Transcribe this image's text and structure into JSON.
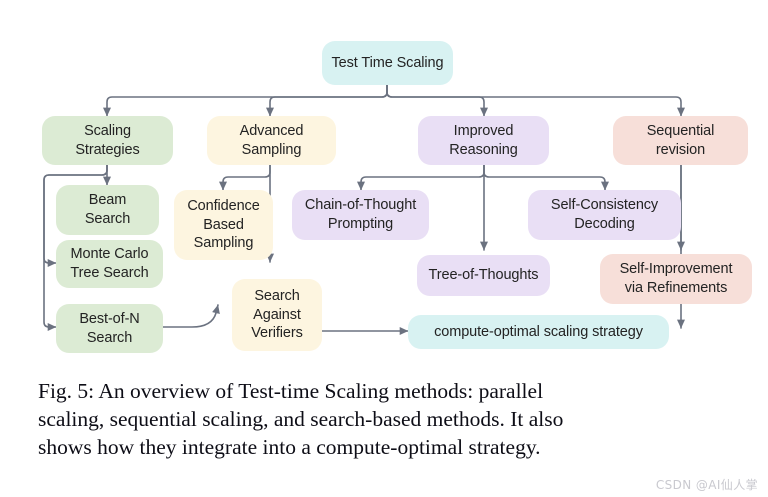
{
  "figure": {
    "caption_lines": [
      "Fig. 5: An overview of Test-time Scaling methods: parallel",
      "scaling, sequential scaling, and search-based methods. It also",
      "shows how they integrate into a compute-optimal strategy."
    ]
  },
  "watermark": {
    "text": "CSDN @AI仙人掌"
  },
  "palette": {
    "cyan": "#d8f2f2",
    "green": "#dcebd4",
    "cream": "#fdf5e0",
    "lavender": "#e9dff5",
    "pink": "#f7dfd9",
    "edge": "#6b7280",
    "text": "#232323"
  },
  "chart_data": {
    "type": "diagram",
    "title": "Test Time Scaling",
    "nodes": [
      {
        "id": "root",
        "label": "Test Time Scaling",
        "color": "cyan"
      },
      {
        "id": "scaling",
        "label": "Scaling Strategies",
        "color": "green"
      },
      {
        "id": "advanced",
        "label": "Advanced Sampling",
        "color": "cream"
      },
      {
        "id": "improved",
        "label": "Improved Reasoning",
        "color": "lavender"
      },
      {
        "id": "sequential",
        "label": "Sequential revision",
        "color": "pink"
      },
      {
        "id": "beam",
        "label": "Beam Search",
        "color": "green"
      },
      {
        "id": "mcts",
        "label": "Monte Carlo Tree Search",
        "color": "green"
      },
      {
        "id": "bon",
        "label": "Best-of-N Search",
        "color": "green"
      },
      {
        "id": "confidence",
        "label": "Confidence Based Sampling",
        "color": "cream"
      },
      {
        "id": "sav",
        "label": "Search Against Verifiers",
        "color": "cream"
      },
      {
        "id": "cot",
        "label": "Chain-of-Thought Prompting",
        "color": "lavender"
      },
      {
        "id": "tot",
        "label": "Tree-of-Thoughts",
        "color": "lavender"
      },
      {
        "id": "selfcons",
        "label": "Self-Consistency Decoding",
        "color": "lavender"
      },
      {
        "id": "selfimp",
        "label": "Self-Improvement via Refinements",
        "color": "pink"
      },
      {
        "id": "compute",
        "label": "compute-optimal scaling strategy",
        "color": "cyan"
      }
    ],
    "edges": [
      {
        "from": "root",
        "to": "scaling"
      },
      {
        "from": "root",
        "to": "advanced"
      },
      {
        "from": "root",
        "to": "improved"
      },
      {
        "from": "root",
        "to": "sequential"
      },
      {
        "from": "scaling",
        "to": "beam"
      },
      {
        "from": "scaling",
        "to": "mcts"
      },
      {
        "from": "scaling",
        "to": "bon"
      },
      {
        "from": "advanced",
        "to": "confidence"
      },
      {
        "from": "advanced",
        "to": "sav"
      },
      {
        "from": "improved",
        "to": "cot"
      },
      {
        "from": "improved",
        "to": "tot"
      },
      {
        "from": "improved",
        "to": "selfcons"
      },
      {
        "from": "sequential",
        "to": "selfimp"
      },
      {
        "from": "sequential",
        "to": "compute"
      },
      {
        "from": "bon",
        "to": "sav"
      },
      {
        "from": "sav",
        "to": "compute"
      }
    ]
  },
  "nodes": {
    "root": {
      "label": "Test Time Scaling"
    },
    "scaling": {
      "line1": "Scaling",
      "line2": "Strategies"
    },
    "advanced": {
      "line1": "Advanced",
      "line2": "Sampling"
    },
    "improved": {
      "line1": "Improved",
      "line2": "Reasoning"
    },
    "sequential": {
      "line1": "Sequential",
      "line2": "revision"
    },
    "beam": {
      "line1": "Beam",
      "line2": "Search"
    },
    "mcts": {
      "line1": "Monte Carlo",
      "line2": "Tree Search"
    },
    "bon": {
      "line1": "Best-of-N",
      "line2": "Search"
    },
    "confidence": {
      "line1": "Confidence",
      "line2": "Based",
      "line3": "Sampling"
    },
    "sav": {
      "line1": "Search",
      "line2": "Against",
      "line3": "Verifiers"
    },
    "cot": {
      "line1": "Chain-of-Thought",
      "line2": "Prompting"
    },
    "tot": {
      "label": "Tree-of-Thoughts"
    },
    "selfcons": {
      "line1": "Self-Consistency",
      "line2": "Decoding"
    },
    "selfimp": {
      "line1": "Self-Improvement",
      "line2": "via Refinements"
    },
    "compute": {
      "label": "compute-optimal scaling strategy"
    }
  }
}
